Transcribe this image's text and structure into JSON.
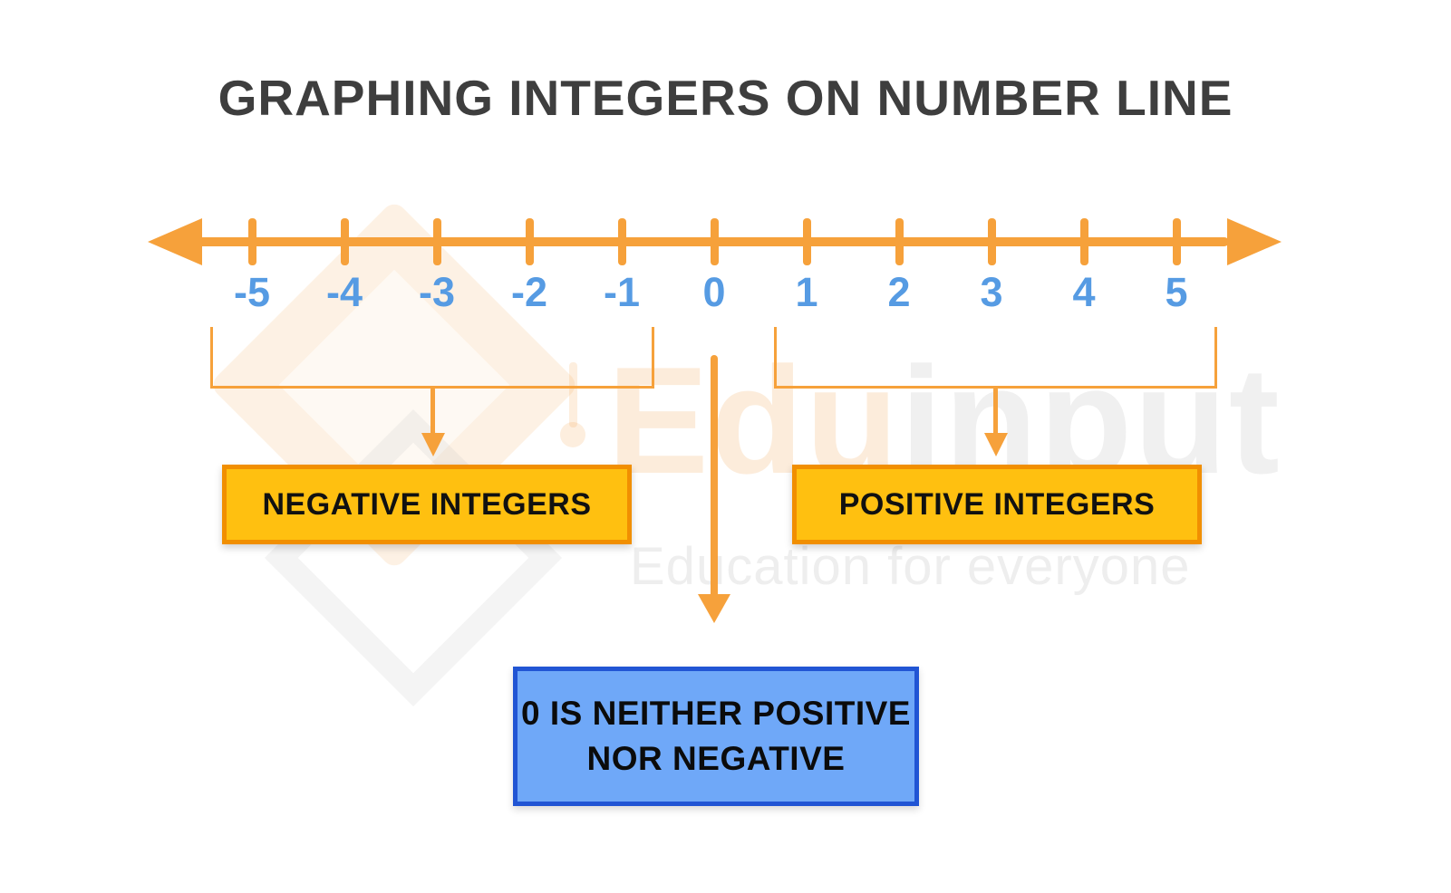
{
  "title": "GRAPHING INTEGERS ON NUMBER LINE",
  "number_line": {
    "labels": [
      "-5",
      "-4",
      "-3",
      "-2",
      "-1",
      "0",
      "1",
      "2",
      "3",
      "4",
      "5"
    ]
  },
  "boxes": {
    "negative_label": "NEGATIVE INTEGERS",
    "positive_label": "POSITIVE INTEGERS",
    "zero_note_line1": "0 IS NEITHER POSITIVE",
    "zero_note_line2": "NOR NEGATIVE"
  },
  "colors": {
    "line_orange": "#F6A13B",
    "number_blue": "#569BE3",
    "orange_box_fill": "#FFC010",
    "orange_box_border": "#F18F01",
    "blue_box_fill": "#6FA8F8",
    "blue_box_border": "#2155D4",
    "title_color": "#3E3E3E"
  },
  "watermark": {
    "brand_part1": "Edu",
    "brand_part2": "input",
    "tagline": "Education for everyone"
  }
}
